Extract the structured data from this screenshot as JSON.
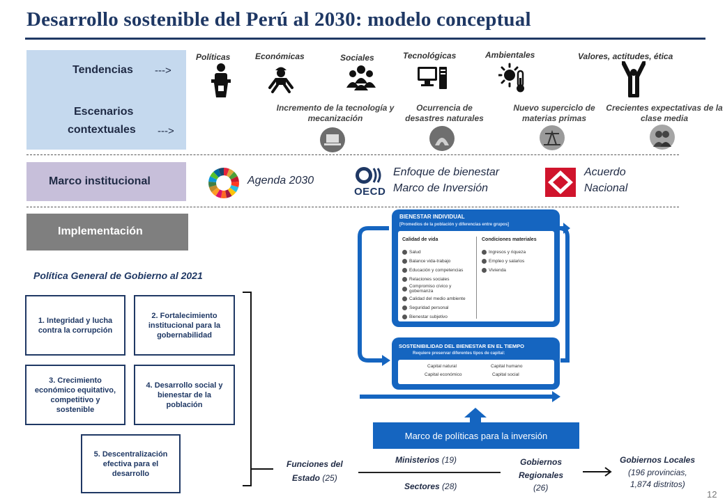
{
  "title": "Desarrollo sostenible del Perú al 2030: modelo conceptual",
  "left_labels": {
    "tendencias": "Tendencias",
    "tendencias_arrow": "--->",
    "escenarios_line1": "Escenarios",
    "escenarios_line2": "contextuales",
    "escenarios_arrow": "--->",
    "marco": "Marco institucional",
    "implementacion": "Implementación"
  },
  "trends": [
    {
      "label": "Políticas",
      "icon": "podium-icon"
    },
    {
      "label": "Económicas",
      "icon": "worker-icon"
    },
    {
      "label": "Sociales",
      "icon": "people-group-icon"
    },
    {
      "label": "Tecnológicas",
      "icon": "computer-icon"
    },
    {
      "label": "Ambientales",
      "icon": "sun-thermometer-icon"
    },
    {
      "label": "Valores, actitudes, ética",
      "icon": "person-arms-up-icon"
    }
  ],
  "scenarios": [
    {
      "label": "Incremento de la tecnología y mecanización",
      "icon": "laptop-icon"
    },
    {
      "label": "Ocurrencia de desastres naturales",
      "icon": "disaster-icon"
    },
    {
      "label": "Nuevo superciclo de materias primas",
      "icon": "oil-pump-icon"
    },
    {
      "label": "Crecientes expectativas de la clase media",
      "icon": "middle-class-icon"
    }
  ],
  "institutional": {
    "agenda": "Agenda 2030",
    "oecd_logo": "OECD",
    "oecd_line1": "Enfoque de bienestar",
    "oecd_line2": "Marco de Inversión",
    "acuerdo_line1": "Acuerdo",
    "acuerdo_line2": "Nacional"
  },
  "policy": {
    "title": "Política General de Gobierno al 2021",
    "items": [
      "1. Integridad y lucha contra la corrupción",
      "2. Fortalecimiento institucional para la gobernabilidad",
      "3. Crecimiento económico equitativo, competitivo y sostenible",
      "4. Desarrollo social y bienestar de la población",
      "5. Descentralización efectiva para el desarrollo"
    ]
  },
  "wellbeing": {
    "header": "BIENESTAR INDIVIDUAL",
    "subheader": "[Promedios de la población y diferencias entre grupos]",
    "col1_title": "Calidad de vida",
    "col1_items": [
      "Salud",
      "Balance vida-trabajo",
      "Educación y competencias",
      "Relaciones sociales",
      "Compromiso cívico y gobernanza",
      "Calidad del medio ambiente",
      "Seguridad personal",
      "Bienestar subjetivo"
    ],
    "col2_title": "Condiciones materiales",
    "col2_items": [
      "Ingresos y riqueza",
      "Empleo y salarios",
      "Vivienda"
    ],
    "sust_header": "SOSTENIBILIDAD DEL BIENESTAR EN EL TIEMPO",
    "sust_sub": "Requiere preservar diferentes tipos de capital:",
    "capitals": [
      "Capital natural",
      "Capital humano",
      "Capital económico",
      "Capital social"
    ],
    "marco_button": "Marco de políticas para la inversión"
  },
  "state": {
    "funciones_line1": "Funciones del",
    "funciones_line2": "Estado",
    "funciones_count": "(25)",
    "ministerios": "Ministerios",
    "ministerios_count": "(19)",
    "sectores": "Sectores",
    "sectores_count": "(28)",
    "gob_reg_line1": "Gobiernos",
    "gob_reg_line2": "Regionales",
    "gob_reg_count": "(26)",
    "gob_loc_title": "Gobiernos Locales",
    "gob_loc_line1": "(196 provincias,",
    "gob_loc_line2": "1,874 distritos)"
  },
  "page_number": "12",
  "colors": {
    "navy": "#1f3864",
    "blue": "#1565c0",
    "tendencias_bg": "#c5d9ee",
    "marco_bg": "#c7bfda",
    "impl_bg": "#7f7f7f"
  }
}
